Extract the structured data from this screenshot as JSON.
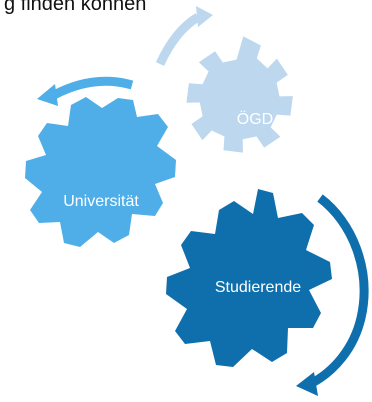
{
  "heading": "g finden können",
  "gears": [
    {
      "id": "oegd",
      "label": "ÖGD",
      "color": "#bdd7ee",
      "label_color": "#ffffff"
    },
    {
      "id": "universitaet",
      "label": "Universität",
      "color": "#4faee8",
      "label_color": "#ffffff"
    },
    {
      "id": "studierende",
      "label": "Studierende",
      "color": "#0f6fad",
      "label_color": "#ffffff"
    }
  ],
  "arrows": [
    {
      "id": "arrow-oegd",
      "color": "#bdd7ee"
    },
    {
      "id": "arrow-universitaet",
      "color": "#4faee8"
    },
    {
      "id": "arrow-studierende",
      "color": "#0f6fad"
    }
  ]
}
